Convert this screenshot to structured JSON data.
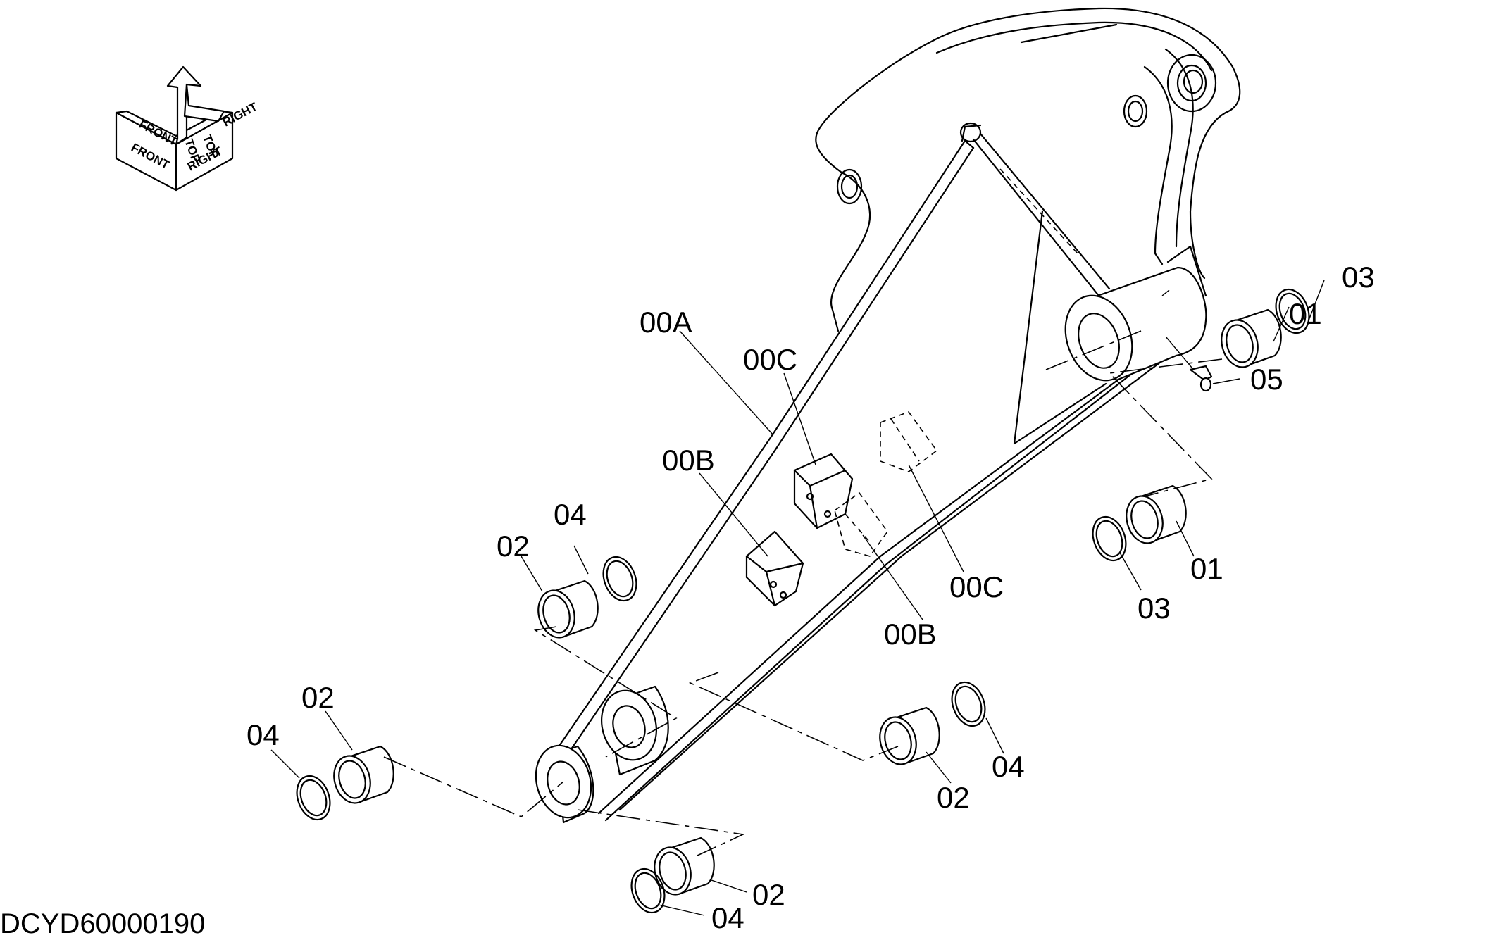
{
  "direction_indicator": {
    "front": "FRONT",
    "top": "TOP",
    "right": "RIGHT"
  },
  "drawing_code": "DCYD60000190",
  "callouts": {
    "c00A": "00A",
    "c00B_left": "00B",
    "c00B_right": "00B",
    "c00C_left": "00C",
    "c00C_right": "00C",
    "c01_top": "01",
    "c01_mid": "01",
    "c03_top": "03",
    "c03_mid": "03",
    "c05": "05",
    "c02_a": "02",
    "c04_a": "04",
    "c02_b": "02",
    "c04_b": "04",
    "c02_c": "02",
    "c04_c": "04",
    "c02_d": "02",
    "c04_d": "04"
  }
}
